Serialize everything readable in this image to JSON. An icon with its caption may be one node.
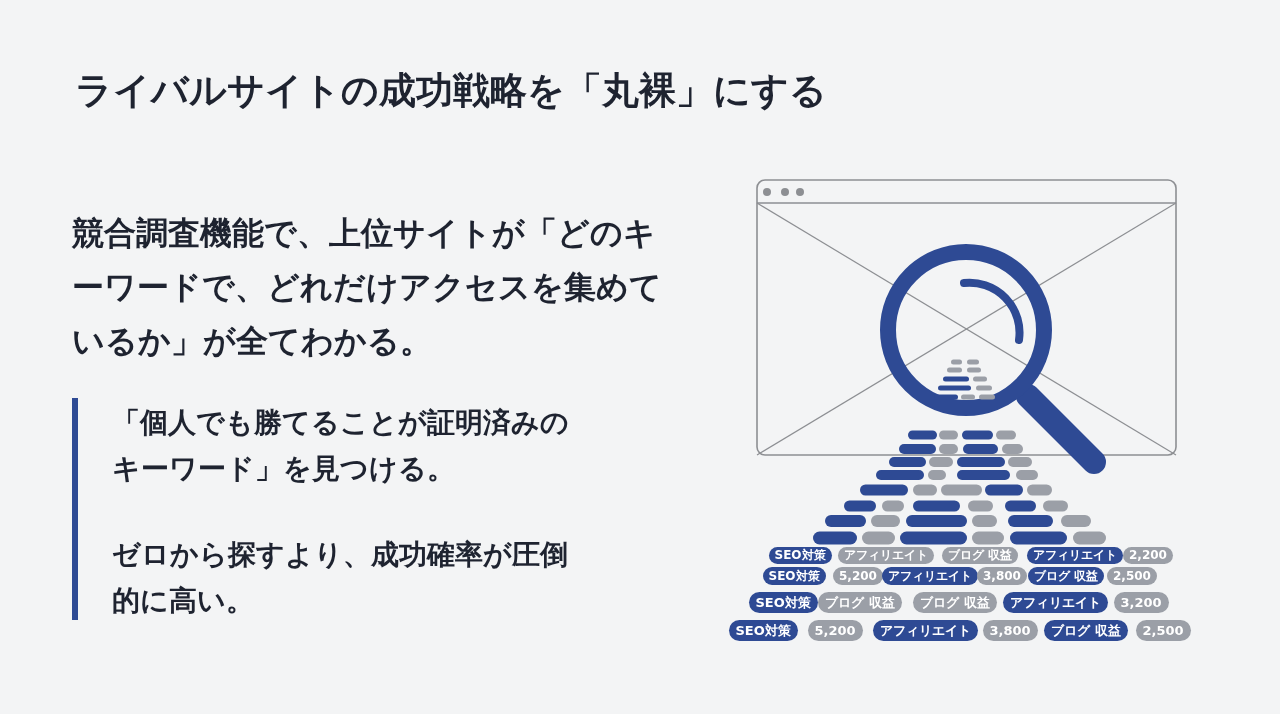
{
  "diagram": {
    "title": "ライバルサイトの成功戦略を「丸裸」にする",
    "labels": [
      "競合調査機能で、上位サイトが「どのキーワードで、どれだけアクセスを集めているか」が全てわかる。",
      "「個人でも勝てることが証明済みのキーワード」を見つける。",
      "ゼロから探すより、成功確率が圧倒的に高い。",
      "SEO対策",
      "アフィリエイト",
      "ブログ 収益",
      "アフィリエイト",
      "2,200",
      "SEO対策",
      "5,200",
      "アフィリエイト",
      "3,800",
      "ブログ 収益",
      "2,500",
      "SEO対策",
      "ブログ 収益",
      "ブログ 収益",
      "アフィリエイト",
      "3,200",
      "SEO対策",
      "5,200",
      "アフィリエイト",
      "3,800",
      "ブログ 収益",
      "2,500"
    ]
  }
}
